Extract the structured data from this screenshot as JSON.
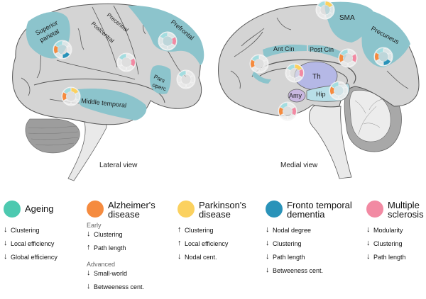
{
  "views": {
    "lateral": {
      "label": "Lateral view",
      "regions": [
        "Superior parietal",
        "Precentral",
        "Postcentral",
        "Prefrontal",
        "Pars operc",
        "Middle temporal"
      ]
    },
    "medial": {
      "label": "Medial view",
      "regions": [
        "SMA",
        "Precuneus",
        "Ant Cin",
        "Post Cin",
        "Th",
        "Amy",
        "Hip"
      ]
    }
  },
  "labels": {
    "superior": "Superior",
    "parietal": "parietal",
    "precentral": "Precentral",
    "postcentral": "Postcentral",
    "prefrontal": "Prefrontal",
    "pars": "Pars",
    "operc": "operc",
    "middle_temporal": "Middle temporal",
    "sma": "SMA",
    "precuneus": "Precuneus",
    "ant_cin": "Ant Cin",
    "post_cin": "Post Cin",
    "th": "Th",
    "amy": "Amy",
    "hip": "Hip"
  },
  "colors": {
    "ageing": "#4dc9b0",
    "alzheimers": "#f58b3f",
    "parkinsons": "#fbd15f",
    "ftd": "#2a93b9",
    "ms": "#f28aa3",
    "region": "#8cc4cc",
    "brain": "#d4d4d4",
    "thalamus": "#b5b8e6",
    "hippocampus": "#b8dfe8",
    "amygdala": "#c9b8e0"
  },
  "legend": [
    {
      "key": "ageing",
      "title_lines": [
        "Ageing"
      ],
      "items": [
        {
          "dir": "down",
          "text": "Clustering"
        },
        {
          "dir": "down",
          "text": "Local efficiency"
        },
        {
          "dir": "down",
          "text": "Global efficiency"
        }
      ]
    },
    {
      "key": "alzheimers",
      "title_lines": [
        "Alzheimer's",
        "disease"
      ],
      "groups": [
        {
          "label": "Early",
          "items": [
            {
              "dir": "down",
              "text": "Clustering"
            },
            {
              "dir": "up",
              "text": "Path length"
            }
          ]
        },
        {
          "label": "Advanced",
          "items": [
            {
              "dir": "down",
              "text": "Small-world"
            },
            {
              "dir": "down",
              "text": "Betweeness cent."
            }
          ]
        }
      ]
    },
    {
      "key": "parkinsons",
      "title_lines": [
        "Parkinson's",
        "disease"
      ],
      "items": [
        {
          "dir": "up",
          "text": "Clustering"
        },
        {
          "dir": "up",
          "text": "Local efficiency"
        },
        {
          "dir": "down",
          "text": "Nodal cent."
        }
      ]
    },
    {
      "key": "ftd",
      "title_lines": [
        "Fronto temporal",
        "dementia"
      ],
      "items": [
        {
          "dir": "down",
          "text": "Nodal degree"
        },
        {
          "dir": "down",
          "text": "Clustering"
        },
        {
          "dir": "down",
          "text": "Path length"
        },
        {
          "dir": "down",
          "text": "Betweeness cent."
        }
      ]
    },
    {
      "key": "ms",
      "title_lines": [
        "Multiple",
        "sclerosis"
      ],
      "items": [
        {
          "dir": "down",
          "text": "Modularity"
        },
        {
          "dir": "down",
          "text": "Clustering"
        },
        {
          "dir": "down",
          "text": "Path length"
        }
      ]
    }
  ],
  "markers": [
    {
      "region": "Superior parietal",
      "segments": [
        "ageing",
        "alzheimers",
        "ftd"
      ]
    },
    {
      "region": "Postcentral",
      "segments": [
        "ageing",
        "ms"
      ]
    },
    {
      "region": "Prefrontal",
      "segments": [
        "ageing",
        "ms"
      ]
    },
    {
      "region": "Pars operc",
      "segments": [
        "ageing"
      ]
    },
    {
      "region": "Middle temporal",
      "segments": [
        "ageing",
        "parkinsons",
        "alzheimers"
      ]
    },
    {
      "region": "SMA",
      "segments": [
        "ageing",
        "parkinsons"
      ]
    },
    {
      "region": "Ant Cin",
      "segments": [
        "ageing",
        "alzheimers"
      ]
    },
    {
      "region": "Post Cin",
      "segments": [
        "ageing",
        "alzheimers",
        "ms"
      ]
    },
    {
      "region": "Precuneus",
      "segments": [
        "ageing",
        "alzheimers",
        "ftd"
      ]
    },
    {
      "region": "Th",
      "segments": [
        "ageing",
        "parkinsons",
        "ms"
      ]
    },
    {
      "region": "Hip",
      "segments": [
        "ageing",
        "alzheimers"
      ]
    },
    {
      "region": "Amy",
      "segments": [
        "ageing",
        "alzheimers",
        "ms"
      ]
    }
  ],
  "arrows": {
    "up": "↑",
    "down": "↓"
  }
}
